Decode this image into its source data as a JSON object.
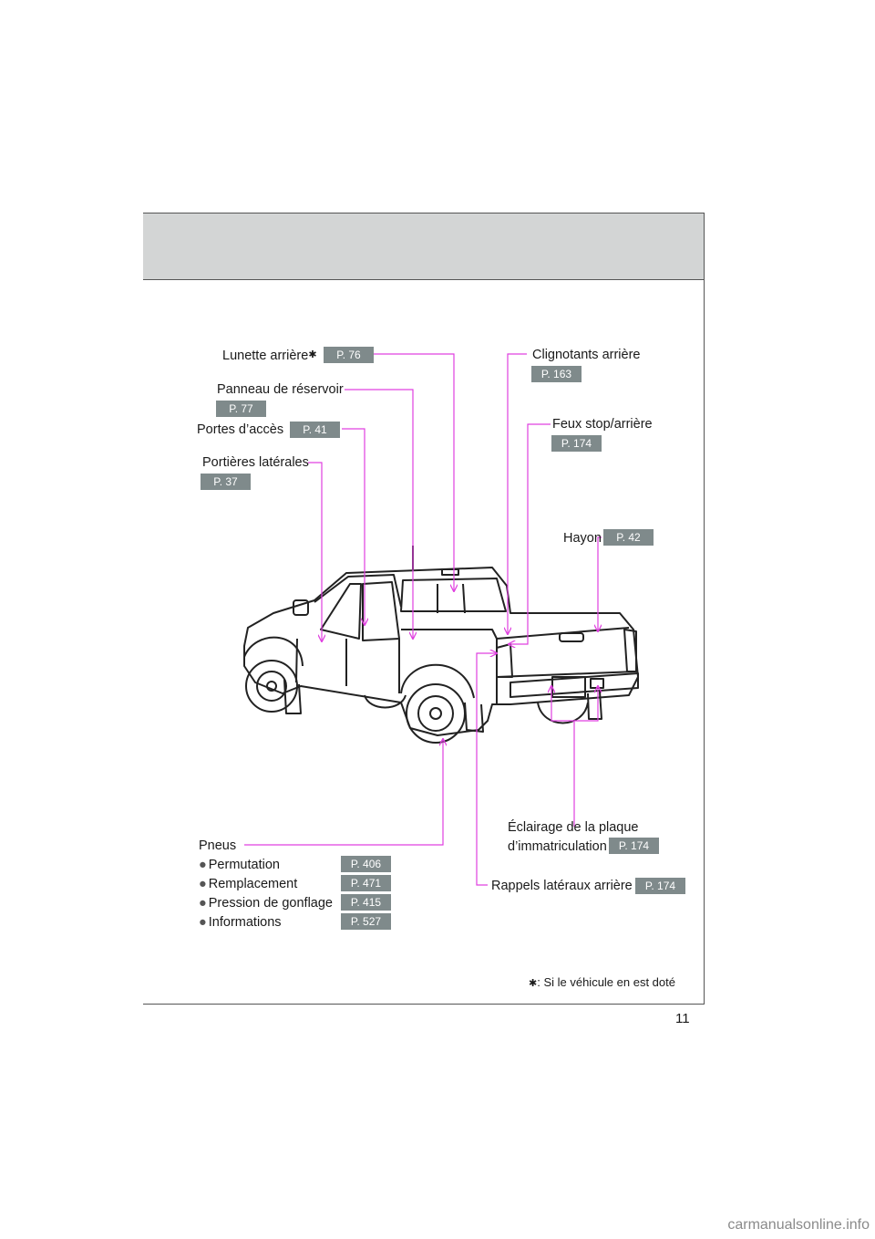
{
  "labels": {
    "lunette": "Lunette arrière",
    "panneau": "Panneau de réservoir",
    "portes_acces": "Portes d’accès",
    "portieres": "Portières latérales",
    "clignotants": "Clignotants arrière",
    "feux": "Feux stop/arrière",
    "hayon": "Hayon",
    "eclairage_1": "Éclairage de la plaque",
    "eclairage_2": "d’immatriculation",
    "rappels": "Rappels latéraux arrière",
    "pneus": "Pneus"
  },
  "pages": {
    "lunette": "P. 76",
    "panneau": "P. 77",
    "portes_acces": "P. 41",
    "portieres": "P. 37",
    "clignotants": "P. 163",
    "feux": "P. 174",
    "hayon": "P. 42",
    "eclairage": "P. 174",
    "rappels": "P. 174"
  },
  "tires": [
    {
      "label": "Permutation",
      "page": "P. 406"
    },
    {
      "label": "Remplacement",
      "page": "P. 471"
    },
    {
      "label": "Pression de gonflage",
      "page": "P. 415"
    },
    {
      "label": "Informations",
      "page": "P. 527"
    }
  ],
  "symbols": {
    "asterisk": "✱",
    "bullet": "●"
  },
  "footnote": ": Si le véhicule en est doté",
  "page_number": "11",
  "watermark": "carmanualsonline.info",
  "colors": {
    "leader": "#e040e0",
    "tag_bg": "#7f8a8b",
    "band": "#d3d5d5"
  }
}
